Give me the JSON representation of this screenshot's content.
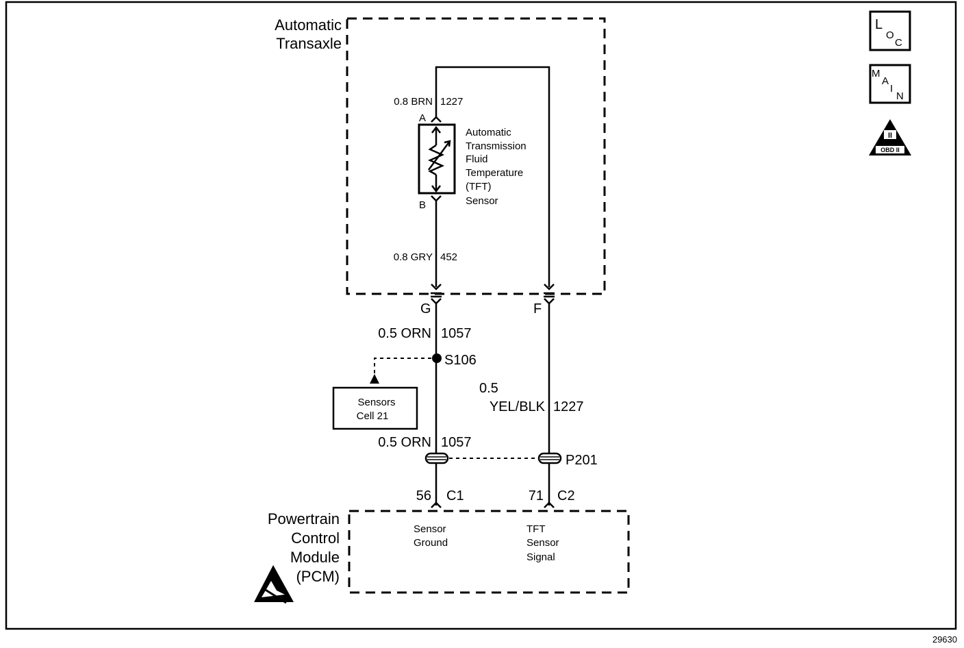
{
  "transaxle": {
    "line1": "Automatic",
    "line2": "Transaxle"
  },
  "sensor": {
    "lines": [
      "Automatic",
      "Transmission",
      "Fluid",
      "Temperature",
      "(TFT)",
      "Sensor"
    ],
    "terminal_a": "A",
    "terminal_b": "B"
  },
  "wires": {
    "brn": {
      "gauge_color": "0.8 BRN",
      "circuit": "1227"
    },
    "gry": {
      "gauge_color": "0.8 GRY",
      "circuit": "452"
    },
    "orn_upper": {
      "gauge_color": "0.5 ORN",
      "circuit": "1057"
    },
    "orn_lower": {
      "gauge_color": "0.5 ORN",
      "circuit": "1057"
    },
    "yel_blk": {
      "gauge": "0.5",
      "color": "YEL/BLK",
      "circuit": "1227"
    }
  },
  "connectors": {
    "g": "G",
    "f": "F",
    "p201": "P201",
    "c1_pin": "56",
    "c1": "C1",
    "c2_pin": "71",
    "c2": "C2"
  },
  "splice": {
    "label": "S106"
  },
  "ref_box": {
    "line1": "Sensors",
    "line2": "Cell 21"
  },
  "pcm": {
    "lines": [
      "Powertrain",
      "Control",
      "Module",
      "(PCM)"
    ],
    "sensor_ground": [
      "Sensor",
      "Ground"
    ],
    "tft_signal": [
      "TFT",
      "Sensor",
      "Signal"
    ]
  },
  "badges": {
    "loc": {
      "l": "L",
      "o": "O",
      "c": "C"
    },
    "main": {
      "m": "M",
      "a": "A",
      "i": "I",
      "n": "N"
    },
    "obd": {
      "top": "II",
      "bottom": "OBD II"
    }
  },
  "figure_id": "29630"
}
